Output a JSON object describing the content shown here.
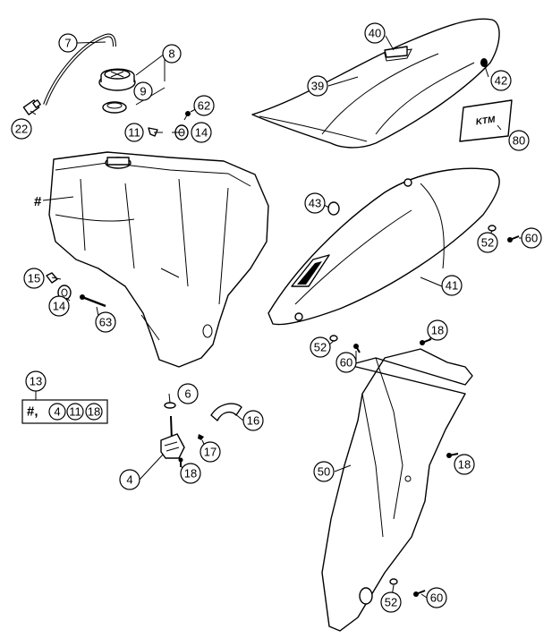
{
  "parts": {
    "p7": "7",
    "p8": "8",
    "p9": "9",
    "p22": "22",
    "p62": "62",
    "p11": "11",
    "p14a": "14",
    "p40": "40",
    "p39": "39",
    "p42": "42",
    "p80": "80",
    "hash_main": "#",
    "p43": "43",
    "p52a": "52",
    "p60a": "60",
    "p41": "41",
    "p15": "15",
    "p14b": "14",
    "p63": "63",
    "p52b": "52",
    "p60b": "60",
    "p18a": "18",
    "p13": "13",
    "p6": "6",
    "p16": "16",
    "p17": "17",
    "p4": "4",
    "p18b": "18",
    "p50": "50",
    "p18c": "18",
    "p52c": "52",
    "p60c": "60"
  },
  "kit": {
    "prefix": "#,",
    "items": [
      "4",
      "11",
      "18"
    ]
  },
  "decal": {
    "text": "KTM"
  }
}
